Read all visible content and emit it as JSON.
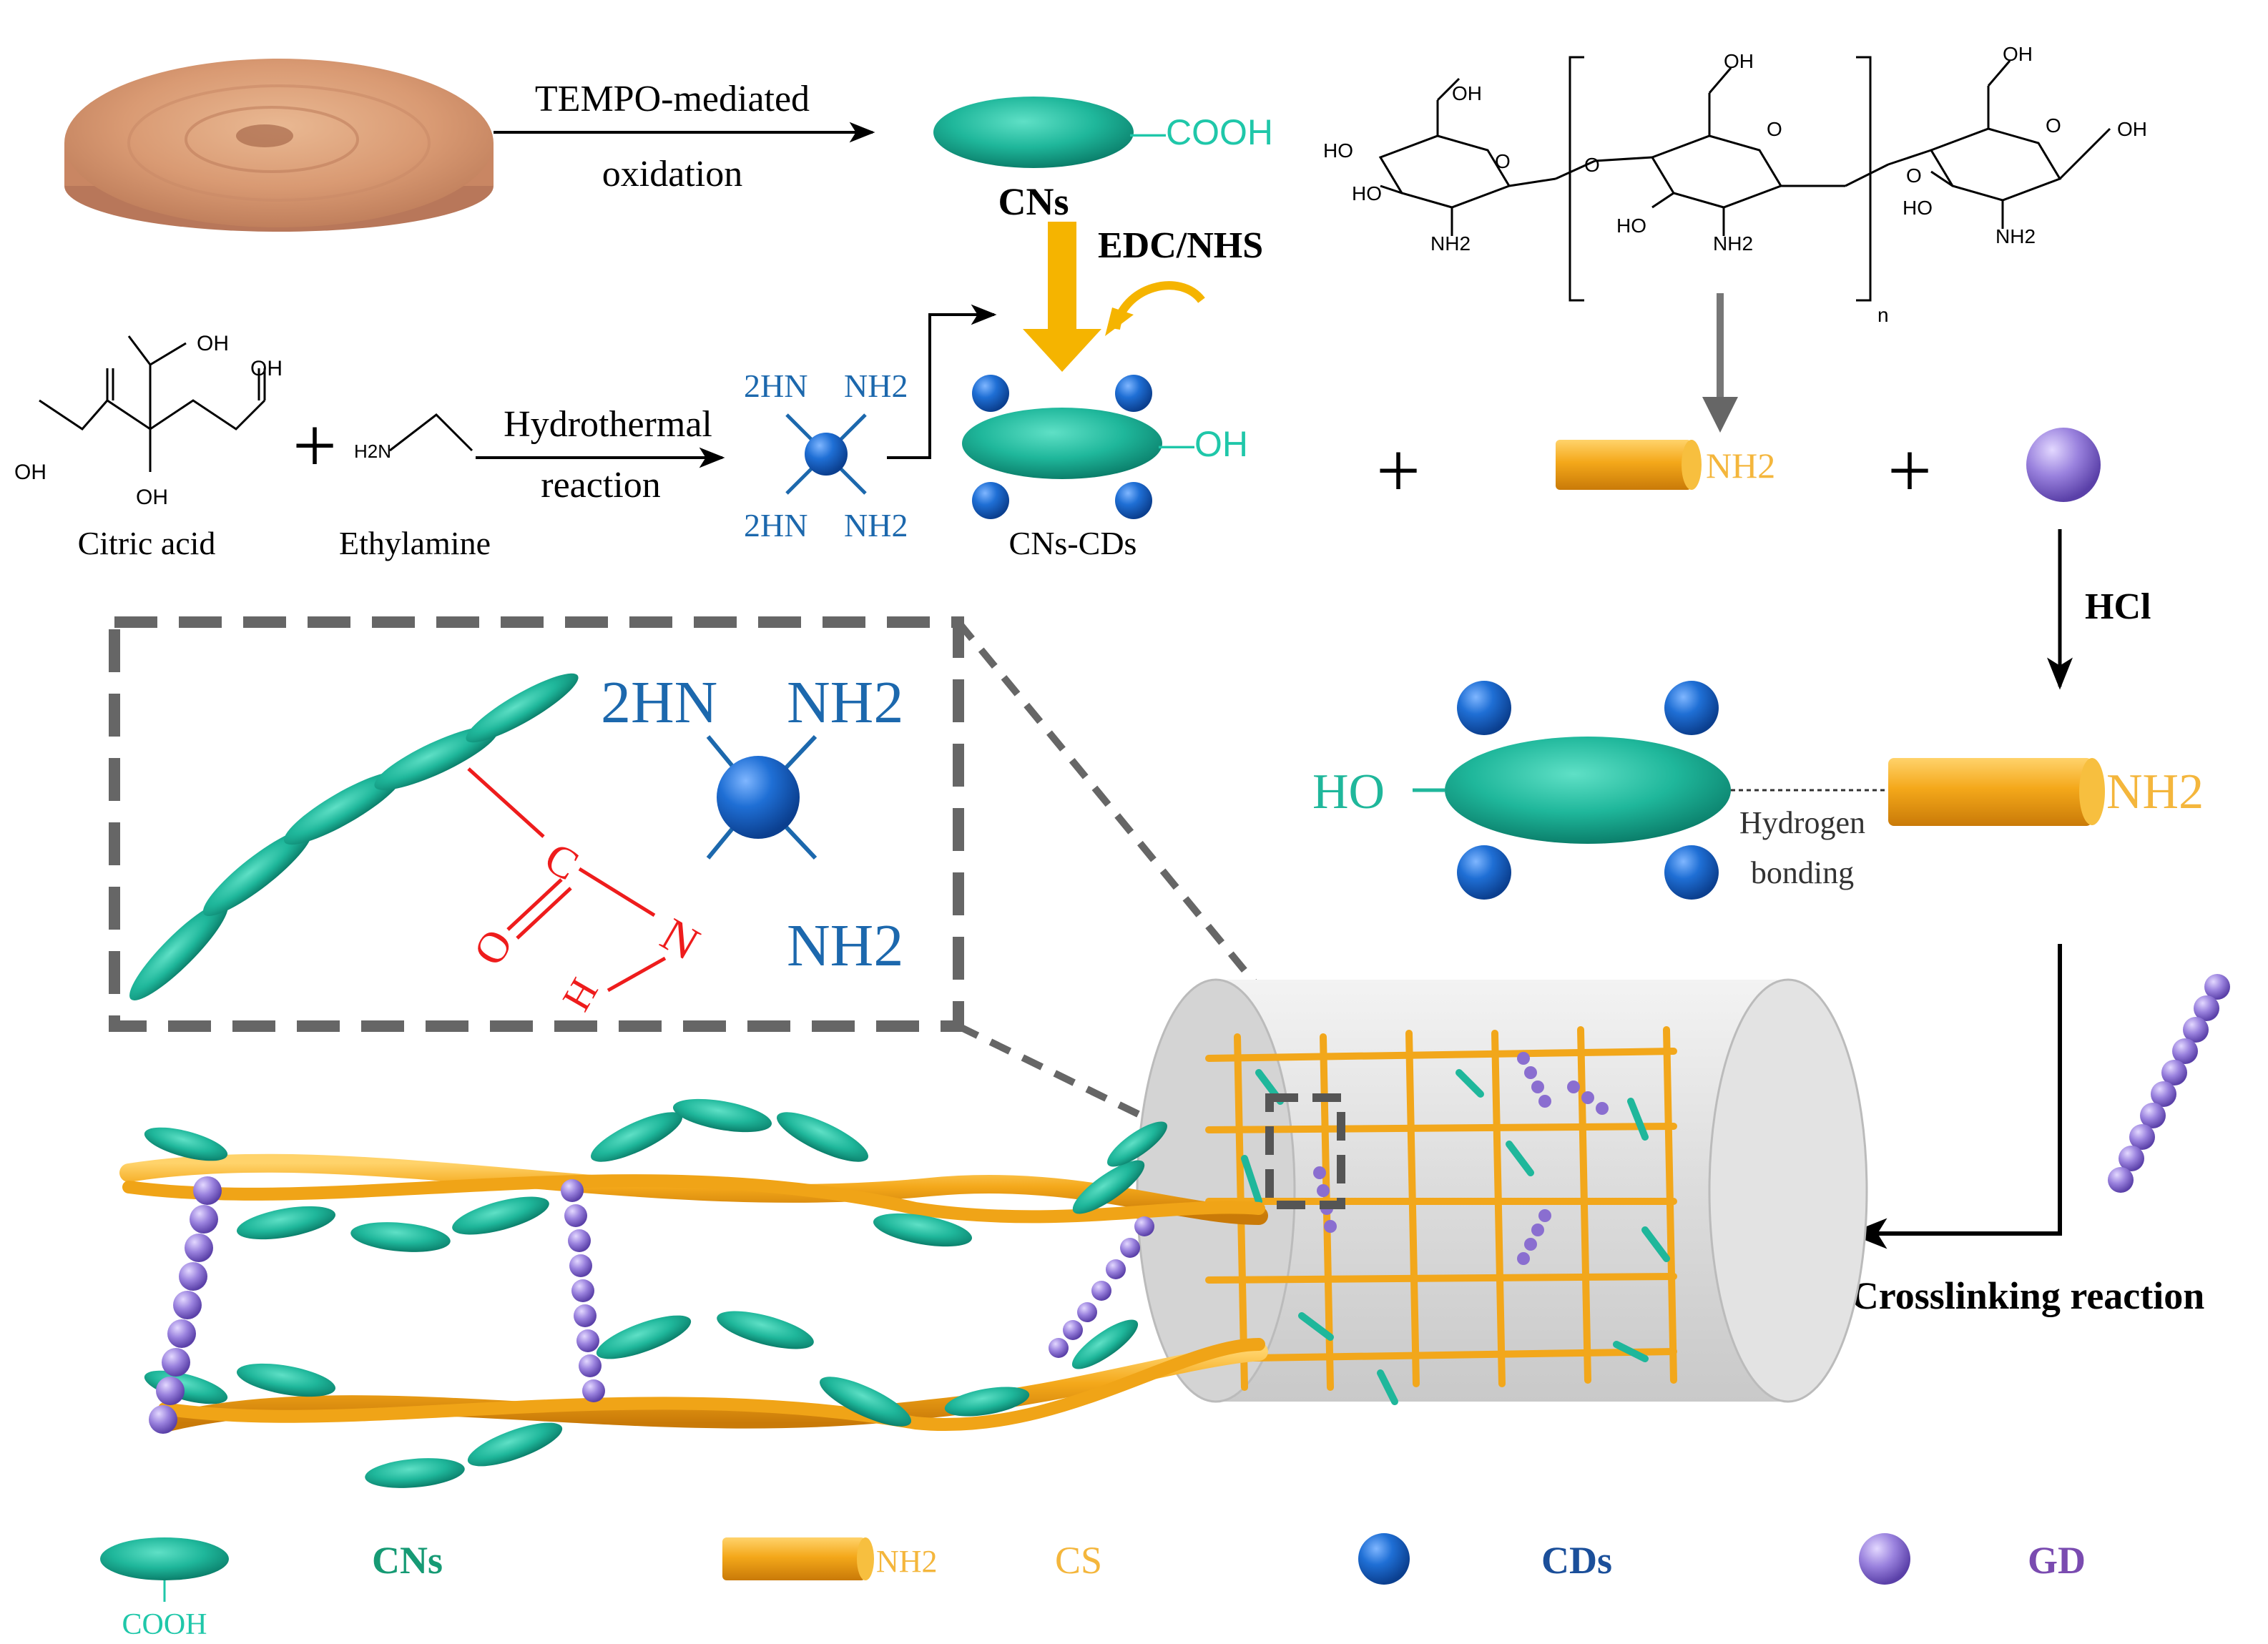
{
  "colors": {
    "cn_teal": "#1fb79b",
    "cn_dark": "#0f8e78",
    "cs_orange": "#f2a71b",
    "cs_dark": "#d9870c",
    "cd_blue": "#1f6fb5",
    "cd_blue_text": "#1c68ad",
    "gd_purple": "#8a6ed0",
    "amide_red": "#ee1c1c",
    "cs_text": "#f4b63c",
    "cn_label": "#169a74",
    "cds_label": "#1b4f9a",
    "gd_label": "#7a4bb0",
    "arrow_gray": "#666666",
    "box_gray": "#666666"
  },
  "top": {
    "tempo_line1": "TEMPO-mediated",
    "tempo_line2": "oxidation",
    "cns_cooh": "—COOH",
    "cns_label": "CNs",
    "edc_nhs": "EDC/NHS",
    "citric_acid": "Citric acid",
    "ethylamine": "Ethylamine",
    "hydro_line1": "Hydrothermal",
    "hydro_line2": "reaction",
    "plus_sign": "+",
    "cds_2hn_top": "2HN",
    "cds_nh2_top": "NH2",
    "cds_2hn_bottom": "2HN",
    "cds_nh2_bottom": "NH2",
    "cns_cds_oh": "—OH",
    "cns_cds_label": "CNs-CDs",
    "chem_oh": "OH",
    "chem_h2n": "H2N",
    "chem_nh2": "NH2",
    "chem_ho": "HO",
    "chem_o": "O",
    "chem_n": "n"
  },
  "right": {
    "plus1": "+",
    "plus2": "+",
    "cs_nh2": "NH2",
    "hcl": "HCl",
    "ho": "HO",
    "nh2": "NH2",
    "hbond_line1": "Hydrogen",
    "hbond_line2": "bonding",
    "crosslinking": "Crosslinking reaction"
  },
  "inset": {
    "hn2": "2HN",
    "nh2_top": "NH2",
    "nh2_bottom": "NH2",
    "c": "C",
    "o": "O",
    "n": "N",
    "h": "H"
  },
  "legend": {
    "cooh": "COOH",
    "cns": "CNs",
    "nh2": "NH2",
    "cs": "CS",
    "cds": "CDs",
    "gd": "GD"
  }
}
